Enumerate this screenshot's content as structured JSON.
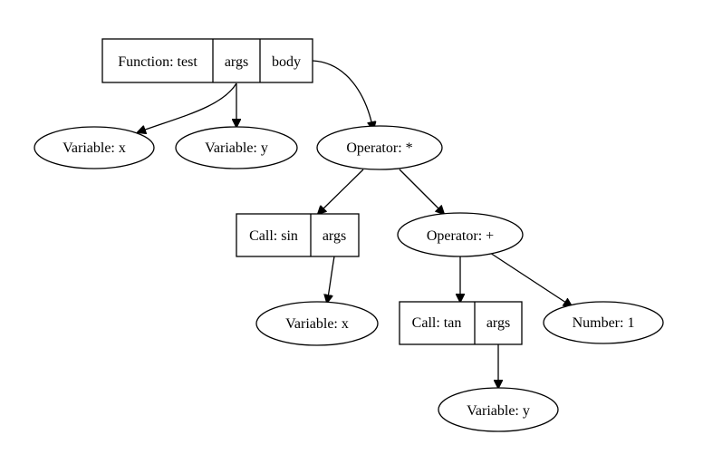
{
  "nodes": {
    "function": {
      "cells": [
        "Function: test",
        "args",
        "body"
      ]
    },
    "var_x_1": {
      "label": "Variable: x"
    },
    "var_y_1": {
      "label": "Variable: y"
    },
    "op_mul": {
      "label": "Operator: *"
    },
    "call_sin": {
      "cells": [
        "Call: sin",
        "args"
      ]
    },
    "op_add": {
      "label": "Operator: +"
    },
    "var_x_2": {
      "label": "Variable: x"
    },
    "call_tan": {
      "cells": [
        "Call: tan",
        "args"
      ]
    },
    "number_1": {
      "label": "Number: 1"
    },
    "var_y_2": {
      "label": "Variable: y"
    }
  },
  "edges": [
    {
      "from": "function.args",
      "to": "var_x_1"
    },
    {
      "from": "function.args",
      "to": "var_y_1"
    },
    {
      "from": "function.body",
      "to": "op_mul"
    },
    {
      "from": "op_mul",
      "to": "call_sin"
    },
    {
      "from": "op_mul",
      "to": "op_add"
    },
    {
      "from": "call_sin.args",
      "to": "var_x_2"
    },
    {
      "from": "op_add",
      "to": "call_tan"
    },
    {
      "from": "op_add",
      "to": "number_1"
    },
    {
      "from": "call_tan.args",
      "to": "var_y_2"
    }
  ]
}
